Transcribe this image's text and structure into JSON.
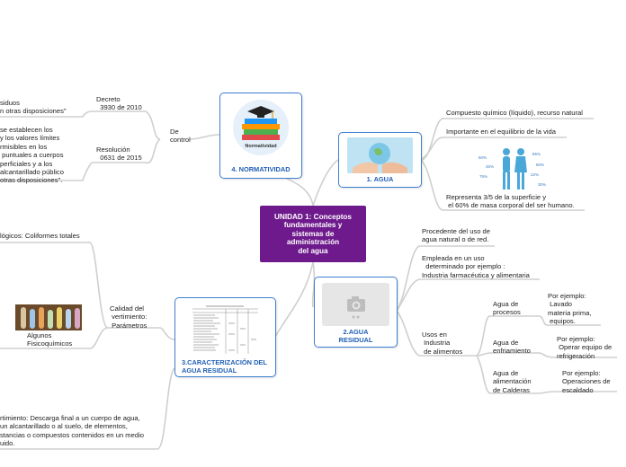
{
  "central": {
    "title": "UNIDAD 1: Conceptos\nfundamentales y\nsistemas de\nadministración\ndel agua"
  },
  "nodes": {
    "normatividad": {
      "label": "4. NORMATIVIDAD",
      "image_caption": "Normatividad"
    },
    "agua": {
      "label": "1. AGUA"
    },
    "residual": {
      "label": "2.AGUA\nRESIDUAL"
    },
    "caracterizacion": {
      "label": "3.CARACTERIZACIÓN DEL\nAGUA RESIDUAL"
    }
  },
  "normatividad_branch": {
    "de_control": "De\ncontrol",
    "decreto": "Decreto\n  3930 de 2010",
    "decreto_detail": "siduos\nn otras disposiciones\"",
    "resolucion": "Resolución\n  0631 de 2015",
    "resolucion_detail": "se establecen los\ny los valores límites\nrmisibles en los\n puntuales a cuerpos\nperficiales y a los\nalcantarillado público\notras disposiciones\"."
  },
  "agua_branch": {
    "item1": "Compuesto químico (líquido), recurso natural",
    "item2": "Importante en el equilibrio de la vida",
    "item3": "Representa 3/5 de la superficie y\n el 60% de masa corporal del ser humano.",
    "figure_labels": [
      "60%",
      "45%",
      "75%",
      "85%",
      "80%",
      "22%",
      "30%"
    ]
  },
  "residual_branch": {
    "procedente": "Procedente del uso de\nagua natural o de red.",
    "empleada": "Empleada en un uso\n  determinado por ejemplo :\nIndustria farmacéutica y alimentaria",
    "usos": "Usos en\n Industria\n de alimentos",
    "procesos": "Agua de\nprocesos",
    "procesos_ej": "Por ejemplo:\n Lavado\nmateria prima,\n equipos.",
    "enfriamiento": "Agua de\nenfriamiento",
    "enfriamiento_ej": "Por ejemplo:\n Operar equipo de\nrefrigeración",
    "calderas": "Agua de\nalimentación\nde Calderas",
    "calderas_ej": "Por ejemplo:\nOperaciones de\nescaldado"
  },
  "caracterizacion_branch": {
    "calidad": "Calidad del\n vertimiento:\n Parámetros",
    "biologicos": "lógicos: Coliformes totales",
    "fisicoquimicos": "Algunos\nFisicoquímicos",
    "vertimiento": "rtimiento: Descarga final a un cuerpo de agua,\nun alcantarillado o al suelo, de elementos,\nstancias o compuestos contenidos en un medio\nuido."
  },
  "colors": {
    "central": "#6e1a8c",
    "node_border": "#3d7fd1",
    "node_label": "#1f5fb4",
    "link": "#c9c9c9"
  }
}
